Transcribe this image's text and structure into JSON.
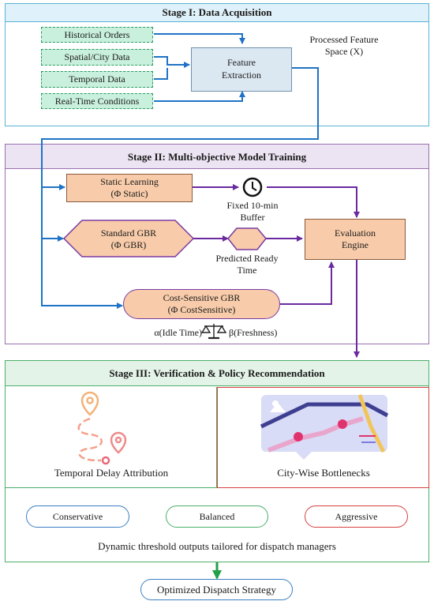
{
  "stage1": {
    "title": "Stage I: Data Acquisition",
    "inputs": [
      "Historical Orders",
      "Spatial/City Data",
      "Temporal Data",
      "Real-Time Conditions"
    ],
    "feature_extraction": [
      "Feature",
      "Extraction"
    ],
    "output_label": [
      "Processed Feature",
      "Space (X)"
    ]
  },
  "stage2": {
    "title": "Stage II: Multi-objective Model Training",
    "static": [
      "Static Learning",
      "(Φ Static)"
    ],
    "fixed_buffer": [
      "Fixed 10-min",
      "Buffer"
    ],
    "gbr": [
      "Standard GBR",
      "(Φ GBR)"
    ],
    "predicted": [
      "Predicted Ready",
      "Time"
    ],
    "evaluation": [
      "Evaluation",
      "Engine"
    ],
    "cost": [
      "Cost-Sensitive GBR",
      "(Φ CostSensitive)"
    ],
    "alpha": "α(Idle Time)",
    "beta": "β(Freshness)"
  },
  "stage3": {
    "title": "Stage III: Verification & Policy Recommendation",
    "temporal": "Temporal Delay Attribution",
    "city": "City-Wise Bottlenecks",
    "policies": [
      "Conservative",
      "Balanced",
      "Aggressive"
    ],
    "caption": "Dynamic threshold outputs tailored for dispatch managers"
  },
  "final": "Optimized Dispatch Strategy",
  "colors": {
    "stage1": "#5ab3d6",
    "stage2": "#9a6fb0",
    "stage3": "#4caf6a",
    "blue_arrow": "#1f73c6",
    "purple_arrow": "#6a2aa0",
    "green_arrow": "#22a04a",
    "conservative": "#3a7fc4",
    "balanced": "#4caf6a",
    "aggressive": "#d94040"
  },
  "icons": [
    "clock-icon",
    "scale-icon",
    "map-pin-route-icon",
    "map-navigation-icon"
  ]
}
